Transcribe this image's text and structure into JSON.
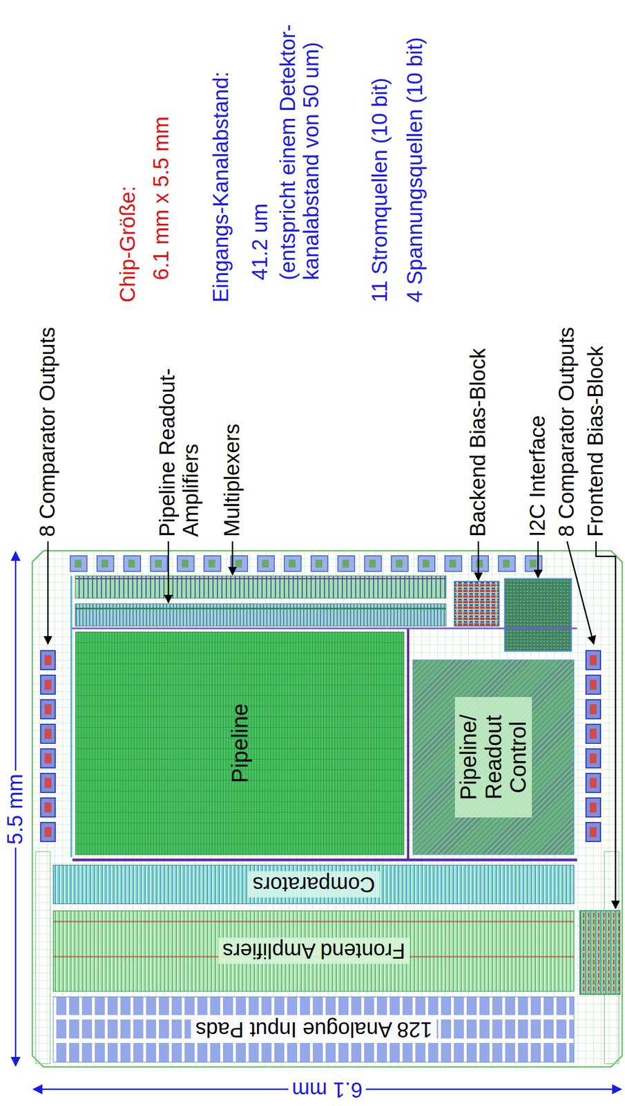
{
  "diagram": {
    "nodes": [
      {
        "text": [
          "128 Analogue Input Pads"
        ]
      },
      {
        "text": [
          "Frontend Amplifiers"
        ]
      },
      {
        "text": [
          "Comparators"
        ]
      },
      {
        "text": [
          "Pipeline"
        ]
      },
      {
        "text": [
          "Pipeline/ Readout Control"
        ]
      }
    ],
    "labels": [
      "5.5 mm",
      "8 Comparator Outputs",
      "Pipeline Readout- Amplifiers",
      "Multiplexers",
      "Chip-Größe:",
      "6.1 mm x 5.5 mm",
      "Eingangs-Kanalabstand:",
      "41.2 um",
      "(entspricht einem Detektor- kanalabstand von 50 um)",
      "11 Stromquellen (10 bit)",
      "4 Spannungsquellen (10 bit)",
      "Backend Bias-Block",
      "I2C Interface",
      "8 Comparator Outputs",
      "Frontend Bias-Block",
      "6.1 mm"
    ]
  }
}
